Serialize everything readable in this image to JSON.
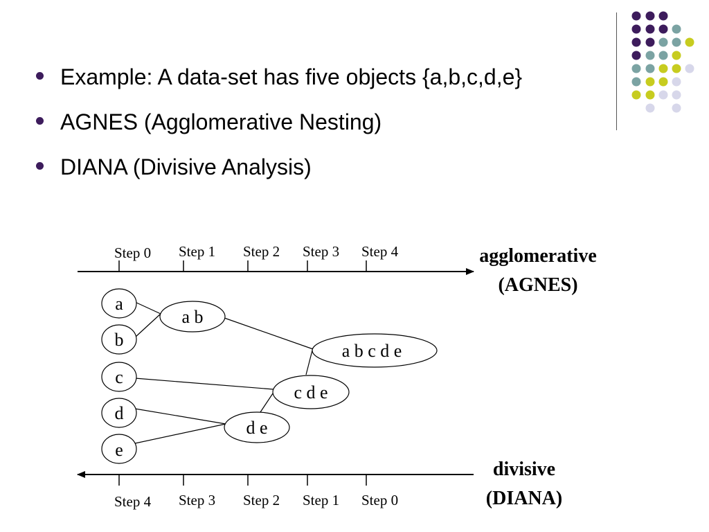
{
  "bullets": [
    "Example: A data-set has five objects {a,b,c,d,e}",
    "AGNES (Agglomerative Nesting)",
    "DIANA (Divisive Analysis)"
  ],
  "colors": {
    "purple": "#3d1c5c",
    "teal": "#7ba3a3",
    "lime": "#c7cc1f",
    "lavender": "#d7d7ea"
  },
  "agglomerative": {
    "label_line1": "agglomerative",
    "label_line2": "(AGNES)",
    "steps": [
      "Step 0",
      "Step 1",
      "Step 2",
      "Step 3",
      "Step 4"
    ]
  },
  "divisive": {
    "label_line1": "divisive",
    "label_line2": "(DIANA)",
    "steps": [
      "Step 4",
      "Step 3",
      "Step 2",
      "Step 1",
      "Step 0"
    ]
  },
  "nodes": {
    "a": "a",
    "b": "b",
    "c": "c",
    "d": "d",
    "e": "e",
    "ab": "a b",
    "de": "d e",
    "cde": "c d e",
    "abcde": "a b c d e"
  }
}
